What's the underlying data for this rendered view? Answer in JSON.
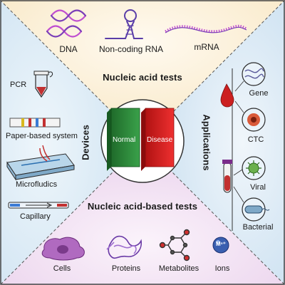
{
  "sections": {
    "top_title": "Nucleic acid tests",
    "bottom_title": "Nucleic acid-based tests",
    "left_title": "Devices",
    "right_title": "Applications"
  },
  "top_items": {
    "dna": "DNA",
    "ncrna": "Non-coding RNA",
    "mrna": "mRNA"
  },
  "left_items": {
    "pcr": "PCR",
    "paper": "Paper-based system",
    "microfluidics": "Microfludics",
    "capillary": "Capillary"
  },
  "right_items": {
    "gene": "Gene",
    "ctc": "CTC",
    "viral": "Viral",
    "bacterial": "Bacterial"
  },
  "bottom_items": {
    "cells": "Cells",
    "proteins": "Proteins",
    "metabolites": "Metabolites",
    "ions": "Ions",
    "ion_symbol": "Mⁿ⁺"
  },
  "center": {
    "normal": "Normal",
    "disease": "Disease"
  },
  "colors": {
    "top_bg": "#fdf3dc",
    "left_bg": "#d9e9f5",
    "right_bg": "#dbeaf6",
    "bottom_bg": "#f1e4f2",
    "normal_book": "#2e8b3a",
    "disease_book": "#e02020",
    "dna": "#c04fd0",
    "accent_purple": "#6a3aa6"
  }
}
